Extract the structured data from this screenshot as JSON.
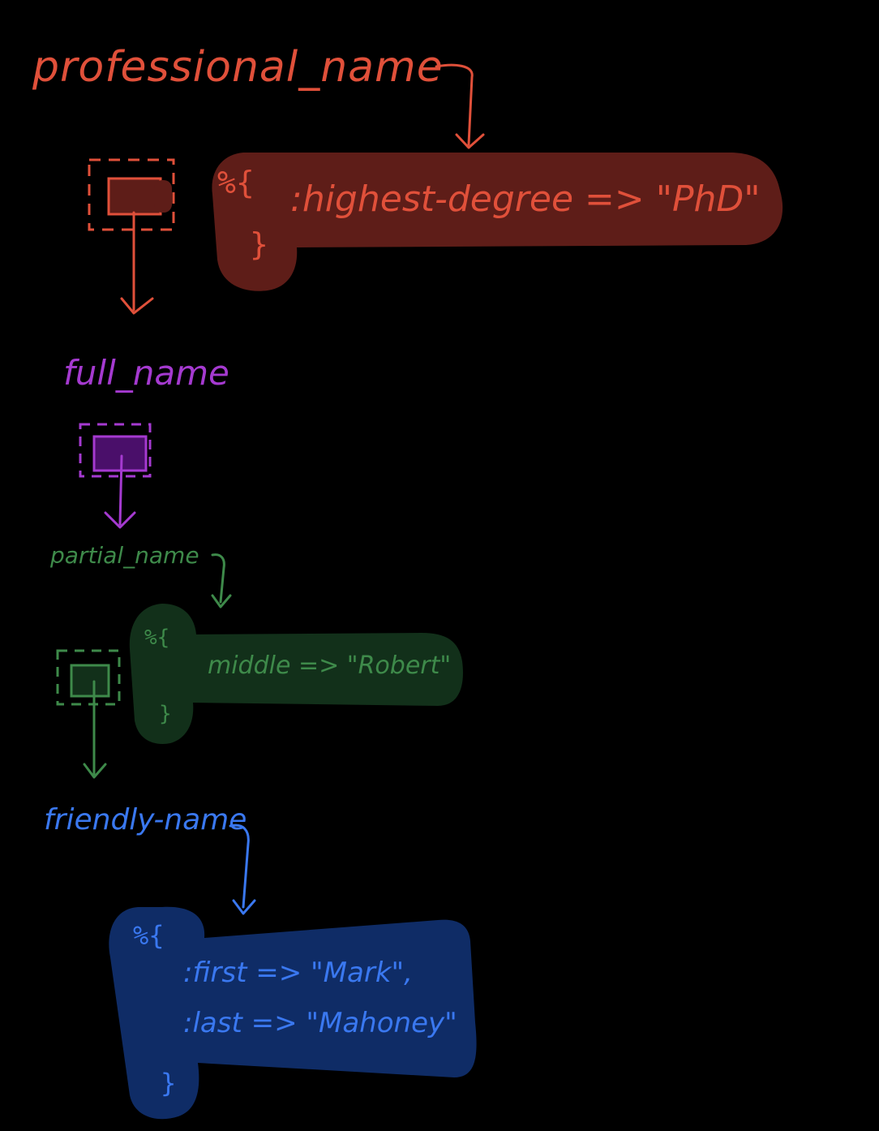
{
  "colors": {
    "background": "#000000",
    "red": "#e0503a",
    "red_fill": "#5e1d18",
    "purple": "#a53ad0",
    "purple_fill": "#4a0f6a",
    "green": "#3e8a4a",
    "green_fill": "#12301a",
    "blue": "#3a78f0",
    "blue_fill": "#0f2c66"
  },
  "labels": {
    "professional": "professional_name",
    "full": "full_name",
    "partial": "partial_name",
    "friendly": "friendly-name"
  },
  "red_map": {
    "open": "%{",
    "line1": ":highest-degree => \"PhD\"",
    "close": "}"
  },
  "green_map": {
    "open": "%{",
    "line1": "middle => \"Robert\"",
    "close": "}"
  },
  "blue_map": {
    "open": "%{",
    "line1": ":first => \"Mark\",",
    "line2": ":last => \"Mahoney\"",
    "close": "}"
  }
}
